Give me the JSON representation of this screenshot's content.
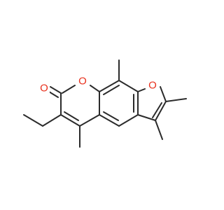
{
  "structure": {
    "atoms": {
      "carbonyl_oxygen": {
        "symbol": "O",
        "color": "#e8301c"
      },
      "pyran_oxygen": {
        "symbol": "O",
        "color": "#e8301c"
      },
      "furan_oxygen": {
        "symbol": "O",
        "color": "#e8301c"
      }
    },
    "bond_color": "#2b2b2b"
  }
}
